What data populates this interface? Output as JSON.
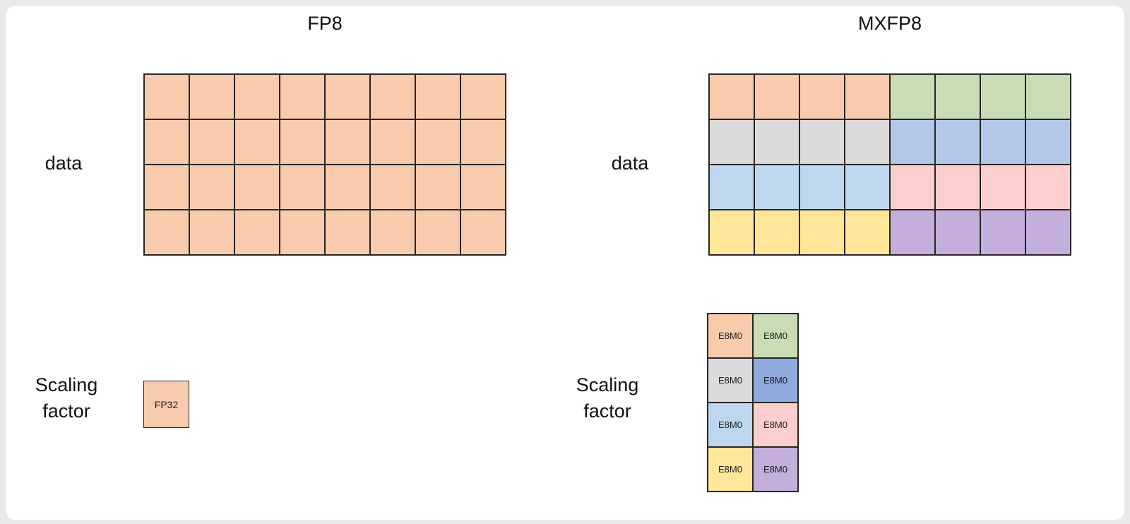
{
  "colors": {
    "orange": "#F8CBAD",
    "green": "#C8DDB4",
    "gray": "#DBDBDB",
    "periwinkle": "#B4C7E7",
    "light_blue": "#BDD7EE",
    "pink": "#FCCECD",
    "yellow": "#FFE699",
    "purple": "#C4AFDC",
    "dark_periwinkle": "#8FAADC",
    "border": "#262626"
  },
  "fp8": {
    "title": "FP8",
    "data_label": "data",
    "scaling_label_line1": "Scaling",
    "scaling_label_line2": "factor",
    "data_grid": {
      "rows": 4,
      "cols": 8,
      "cell_color": "orange",
      "cell_label": ""
    },
    "scaling_cell": {
      "label": "FP32",
      "color": "orange"
    }
  },
  "mxfp8": {
    "title": "MXFP8",
    "data_label": "data",
    "scaling_label_line1": "Scaling",
    "scaling_label_line2": "factor",
    "data_grid": {
      "rows": 4,
      "cols": 8,
      "block_size": 4,
      "row_blocks": [
        {
          "left": "orange",
          "right": "green"
        },
        {
          "left": "gray",
          "right": "periwinkle"
        },
        {
          "left": "light_blue",
          "right": "pink"
        },
        {
          "left": "yellow",
          "right": "purple"
        }
      ],
      "cell_label": ""
    },
    "scaling_grid": {
      "rows": 4,
      "cols": 2,
      "cell_label": "E8M0",
      "cells": [
        [
          "orange",
          "green"
        ],
        [
          "gray",
          "dark_periwinkle"
        ],
        [
          "light_blue",
          "pink"
        ],
        [
          "yellow",
          "purple"
        ]
      ]
    }
  }
}
